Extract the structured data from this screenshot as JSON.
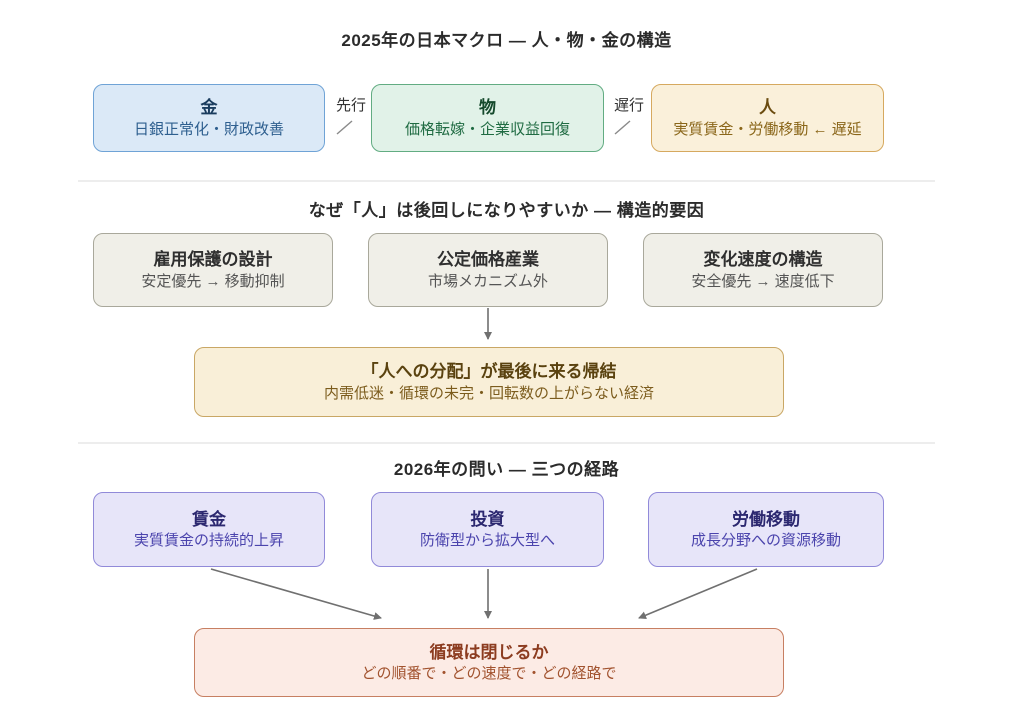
{
  "diagram": {
    "background": "#ffffff",
    "arrow_color": "#707070",
    "divider_color": "#ededed"
  },
  "sections": [
    {
      "title": "2025年の日本マクロ — 人・物・金の構造",
      "boxes": [
        {
          "id": "money",
          "title": "金",
          "subtitle": "日銀正常化・財政改善",
          "bg": "#dbe9f7",
          "border": "#6fa3d6",
          "title_color": "#1a3c5e",
          "subtitle_color": "#2e5f8f"
        },
        {
          "id": "goods",
          "title": "物",
          "subtitle": "価格転嫁・企業収益回復",
          "bg": "#e1f2e8",
          "border": "#62ac82",
          "title_color": "#154a2c",
          "subtitle_color": "#1f6b42"
        },
        {
          "id": "people",
          "title": "人",
          "subtitle": "実質賃金・労働移動 ← 遅延",
          "bg": "#faf0da",
          "border": "#d6a95f",
          "title_color": "#6b4c10",
          "subtitle_color": "#8a6619"
        }
      ],
      "connectors": [
        {
          "label": "先行"
        },
        {
          "label": "遅行"
        }
      ]
    },
    {
      "title": "なぜ「人」は後回しになりやすいか — 構造的要因",
      "boxes": [
        {
          "id": "employment-protection",
          "title": "雇用保護の設計",
          "subtitle": "安定優先 → 移動抑制",
          "bg": "#f0efe8",
          "border": "#a9a89b"
        },
        {
          "id": "regulated-pricing",
          "title": "公定価格産業",
          "subtitle": "市場メカニズム外",
          "bg": "#f0efe8",
          "border": "#a9a89b"
        },
        {
          "id": "change-speed",
          "title": "変化速度の構造",
          "subtitle": "安全優先 → 速度低下",
          "bg": "#f0efe8",
          "border": "#a9a89b"
        }
      ],
      "result_box": {
        "id": "distribution-consequence",
        "title": "「人への分配」が最後に来る帰結",
        "subtitle": "内需低迷・循環の未完・回転数の上がらない経済",
        "bg": "#f9efd8",
        "border": "#c9a765"
      }
    },
    {
      "title": "2026年の問い — 三つの経路",
      "boxes": [
        {
          "id": "wages",
          "title": "賃金",
          "subtitle": "実質賃金の持続的上昇",
          "bg": "#e7e5f9",
          "border": "#918ad9"
        },
        {
          "id": "investment",
          "title": "投資",
          "subtitle": "防衛型から拡大型へ",
          "bg": "#e7e5f9",
          "border": "#918ad9"
        },
        {
          "id": "labor-mobility",
          "title": "労働移動",
          "subtitle": "成長分野への資源移動",
          "bg": "#e7e5f9",
          "border": "#918ad9"
        }
      ],
      "result_box": {
        "id": "cycle-close",
        "title": "循環は閉じるか",
        "subtitle": "どの順番で・どの速度で・どの経路で",
        "bg": "#fcebe5",
        "border": "#c77f62"
      }
    }
  ]
}
